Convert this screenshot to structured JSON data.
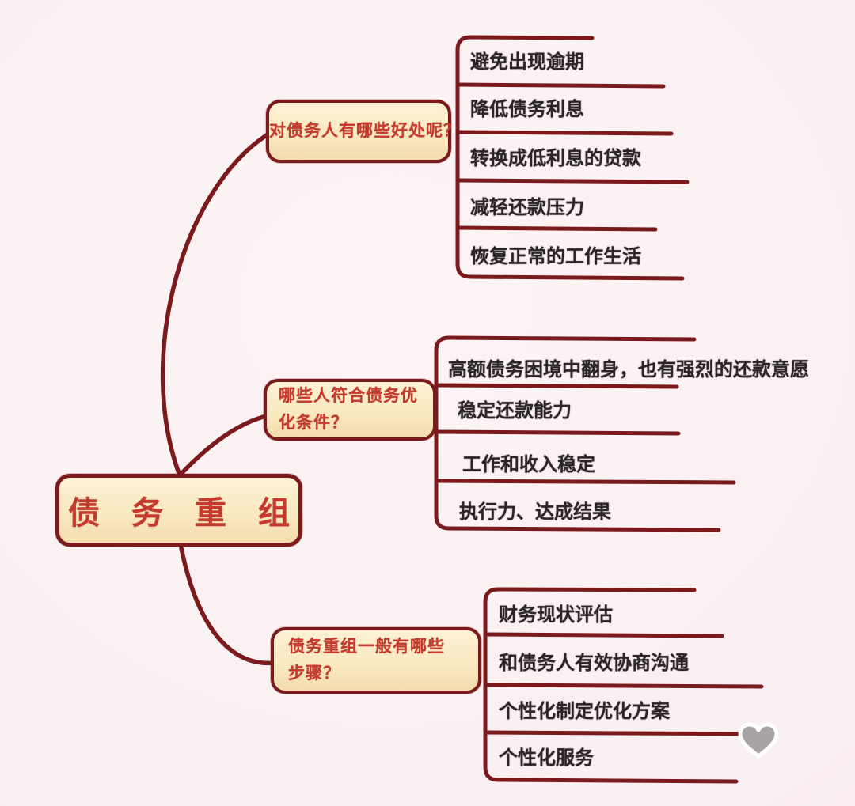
{
  "diagram": {
    "type": "mindmap",
    "root": {
      "label": "债务重组"
    },
    "branches": [
      {
        "id": "benefits",
        "title_lines": [
          "对债务人有哪些好处呢？"
        ],
        "leaves": [
          "避免出现逾期",
          "降低债务利息",
          "转换成低利息的贷款",
          "减轻还款压力",
          "恢复正常的工作生活"
        ]
      },
      {
        "id": "eligibility",
        "title_lines": [
          "哪些人符合债务优",
          "化条件？"
        ],
        "leaves": [
          "高额债务困境中翻身，也有强烈的还款意愿",
          "稳定还款能力",
          "工作和收入稳定",
          "执行力、达成结果"
        ]
      },
      {
        "id": "steps",
        "title_lines": [
          "债务重组一般有哪些",
          "步骤？"
        ],
        "leaves": [
          "财务现状评估",
          "和债务人有效协商沟通",
          "个性化制定优化方案",
          "个性化服务"
        ]
      }
    ],
    "colors": {
      "background": "#faf0f2",
      "connector_line": "#7b1a1d",
      "node_border": "#7b1a1d",
      "node_fill": "#f9e8c0",
      "node_text": "#c43a2c",
      "leaf_text": "#2b2527",
      "heart_fill": "#a9a3a3",
      "heart_halo": "#ffffff"
    },
    "decorations": [
      {
        "name": "heart-icon",
        "glyph": "♥"
      }
    ]
  }
}
